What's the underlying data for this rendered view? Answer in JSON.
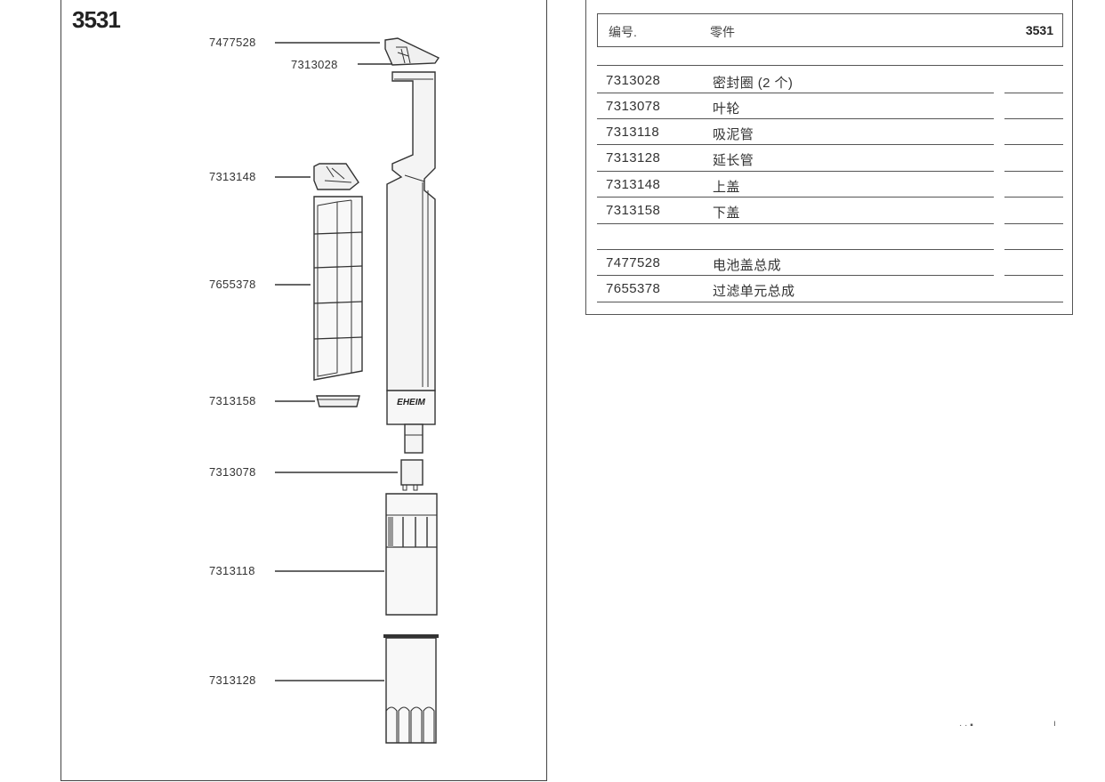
{
  "model_number": "3531",
  "callouts": [
    "7477528",
    "7313028",
    "7313148",
    "7655378",
    "7313158",
    "7313078",
    "7313118",
    "7313128"
  ],
  "body_logo": "EHEIM",
  "table": {
    "header": {
      "number_label": "编号.",
      "part_label": "零件",
      "model": "3531"
    },
    "rows": [
      {
        "number": "7313028",
        "part": "密封圈 (2 个)"
      },
      {
        "number": "7313078",
        "part": "叶轮"
      },
      {
        "number": "7313118",
        "part": "吸泥管"
      },
      {
        "number": "7313128",
        "part": "延长管"
      },
      {
        "number": "7313148",
        "part": "上盖"
      },
      {
        "number": "7313158",
        "part": "下盖"
      },
      {
        "number": "",
        "part": ""
      },
      {
        "number": "7477528",
        "part": "电池盖总成"
      },
      {
        "number": "7655378",
        "part": "过滤单元总成"
      }
    ]
  },
  "corner_marks": [
    "· · ▪",
    "ı"
  ]
}
